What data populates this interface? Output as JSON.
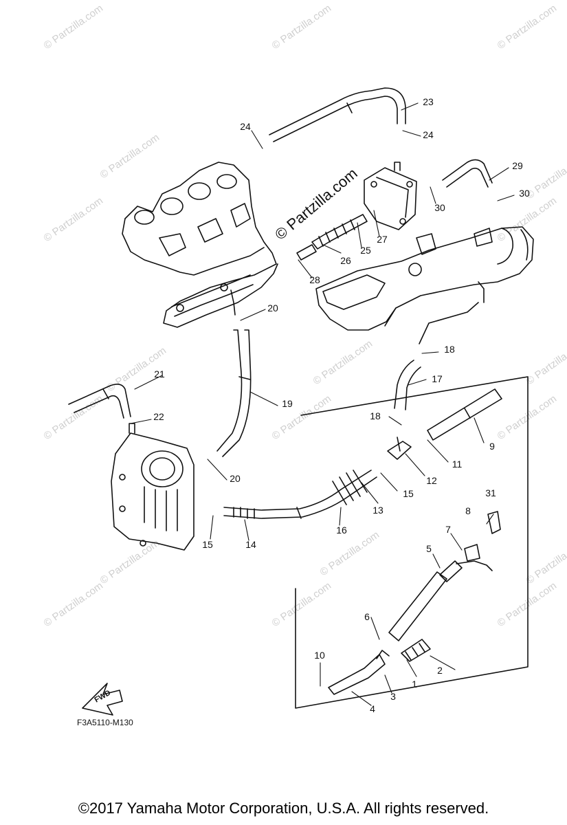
{
  "watermark": "© Partzilla.com",
  "center_watermark": "© Partzilla.com",
  "diagram_code": "F3A5110-M130",
  "fwd_label": "FWD",
  "copyright": "©2017  Yamaha Motor Corporation, U.S.A. All rights reserved.",
  "callouts": [
    "1",
    "2",
    "3",
    "4",
    "5",
    "6",
    "7",
    "8",
    "9",
    "10",
    "11",
    "12",
    "13",
    "14",
    "15",
    "15",
    "16",
    "17",
    "18",
    "18",
    "19",
    "20",
    "20",
    "21",
    "22",
    "23",
    "24",
    "24",
    "25",
    "26",
    "27",
    "28",
    "29",
    "30",
    "30",
    "31"
  ]
}
